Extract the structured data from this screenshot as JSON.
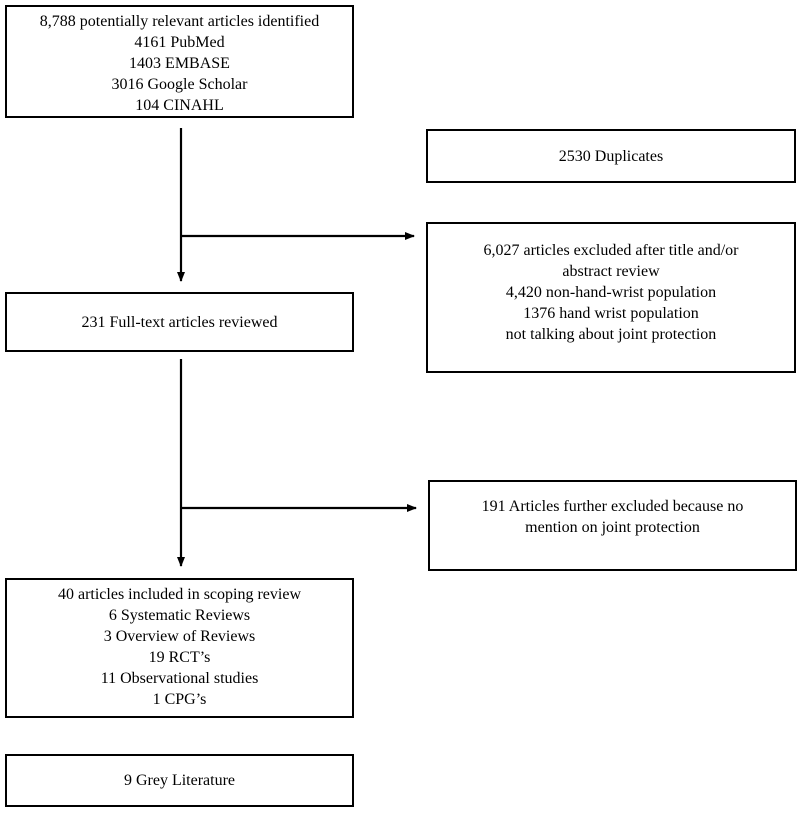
{
  "identification": {
    "lines": [
      "8,788 potentially relevant articles identified",
      "4161 PubMed",
      "1403 EMBASE",
      "3016 Google Scholar",
      "104 CINAHL"
    ]
  },
  "duplicates": {
    "lines": [
      "2530 Duplicates"
    ]
  },
  "excluded_title_abstract": {
    "lines": [
      "6,027 articles excluded after title and/or",
      "abstract review",
      "4,420 non-hand-wrist population",
      "1376 hand wrist population",
      "not talking about joint protection"
    ]
  },
  "full_text": {
    "lines": [
      "231 Full-text articles reviewed"
    ]
  },
  "excluded_full_text": {
    "lines": [
      "191 Articles further excluded because no",
      "mention on joint protection"
    ]
  },
  "included": {
    "lines": [
      "40 articles included in scoping review",
      "6 Systematic Reviews",
      "3 Overview of Reviews",
      "19 RCT’s",
      "11 Observational studies",
      "1 CPG’s"
    ]
  },
  "grey_literature": {
    "lines": [
      "9 Grey Literature"
    ]
  }
}
